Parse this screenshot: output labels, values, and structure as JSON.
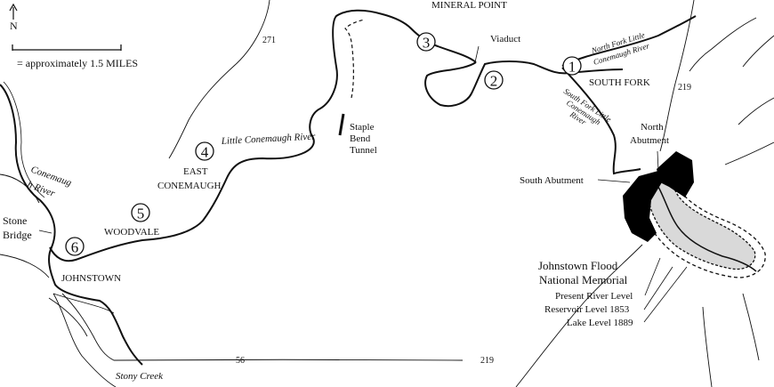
{
  "north_arrow_label": "N",
  "scale_label": "= approximately 1.5 MILES",
  "colors": {
    "ink": "#111111",
    "reservoir": "#d9d9d9",
    "abutment": "#000000"
  },
  "routes": {
    "r271": "271",
    "r219a": "219",
    "r219b": "219",
    "r56": "56"
  },
  "places": {
    "mineral_point": "MINERAL POINT",
    "viaduct": "Viaduct",
    "south_fork": "SOUTH FORK",
    "staple_1": "Staple",
    "staple_2": "Bend",
    "staple_3": "Tunnel",
    "east_1": "EAST",
    "east_2": "CONEMAUGH",
    "woodvale": "WOODVALE",
    "johnstown": "JOHNSTOWN",
    "stone_1": "Stone",
    "stone_2": "Bridge",
    "north_abut_1": "North",
    "north_abut_2": "Abutment",
    "south_abut": "South Abutment",
    "memorial_1": "Johnstown Flood",
    "memorial_2": "National Memorial",
    "present_river": "Present River Level",
    "reservoir_level": "Reservoir Level  1853",
    "lake_level": "Lake Level  1889"
  },
  "rivers": {
    "little_conemaugh": "Little Conemaugh River",
    "conemaugh_1": "Conemaug",
    "conemaugh_2": "h River",
    "north_fork_1": "North Fork Little",
    "north_fork_2": "Conemaugh River",
    "south_fork_1": "South Fork Little",
    "south_fork_2": "Conemaugh",
    "south_fork_3": "River",
    "stony_creek": "Stony Creek"
  },
  "markers": [
    "1",
    "2",
    "3",
    "4",
    "5",
    "6"
  ]
}
